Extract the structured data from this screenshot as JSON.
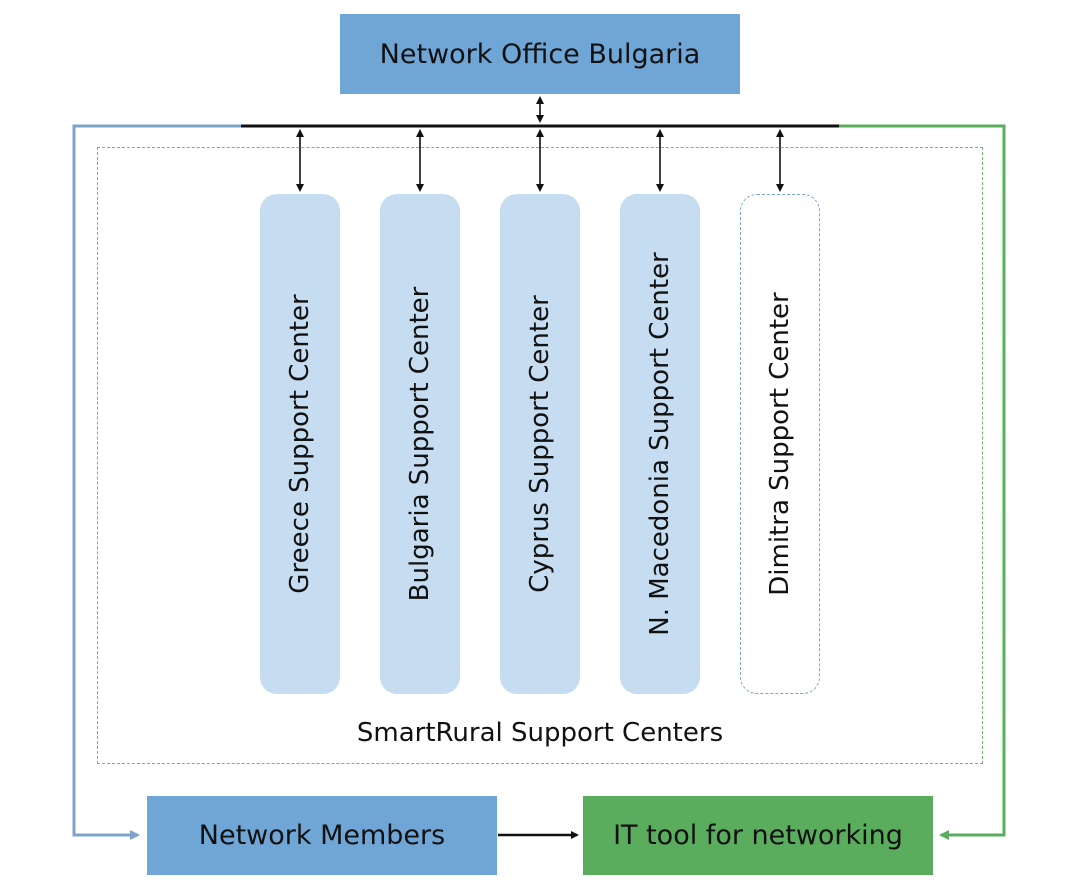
{
  "network_office": {
    "label": "Network Office Bulgaria"
  },
  "support_centers": {
    "group_label": "SmartRural Support Centers",
    "items": [
      {
        "label": "Greece Support Center"
      },
      {
        "label": "Bulgaria Support Center"
      },
      {
        "label": "Cyprus Support Center"
      },
      {
        "label": "N. Macedonia Support Center"
      },
      {
        "label": "Dimitra Support Center"
      }
    ]
  },
  "network_members": {
    "label": "Network Members"
  },
  "it_tool": {
    "label": "IT tool for networking"
  },
  "colors": {
    "office_fill": "#6fa6d6",
    "members_fill": "#6fa6d6",
    "it_tool_fill": "#5aad5d",
    "support_center_fill": "#c5dcf1",
    "blue_line": "#7fa3c8",
    "green_line": "#5aad5d",
    "black_line": "#111111"
  }
}
